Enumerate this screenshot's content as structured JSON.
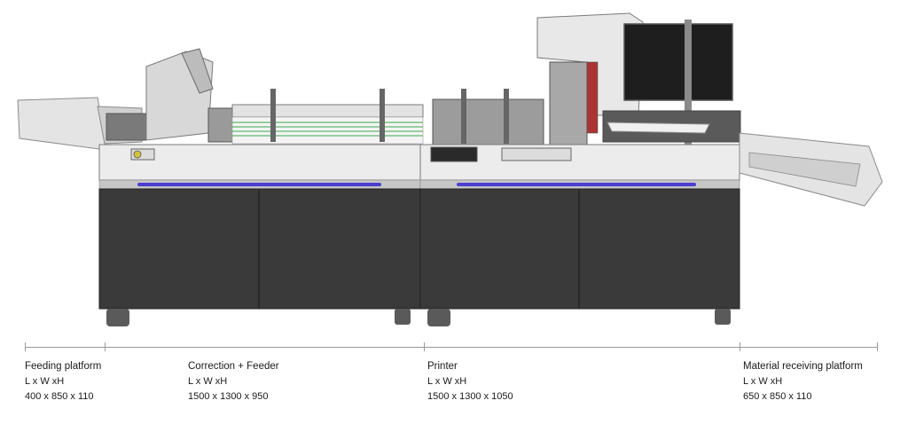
{
  "sections": [
    {
      "name": "Feeding platform",
      "dims_label": "L x W xH",
      "dims": "400 x 850 x 110"
    },
    {
      "name": "Correction + Feeder",
      "dims_label": "L x W xH",
      "dims": "1500 x 1300 x 950"
    },
    {
      "name": "Printer",
      "dims_label": "L x W xH",
      "dims": "1500 x 1300 x 1050"
    },
    {
      "name": "Material receiving platform",
      "dims_label": "L x W xH",
      "dims": "650 x 850 x 110"
    }
  ],
  "colors": {
    "body_dark": "#3a3a3a",
    "body_light": "#ececec",
    "accent_blue": "#4b3fd0",
    "belt_green": "#3aa84a"
  }
}
